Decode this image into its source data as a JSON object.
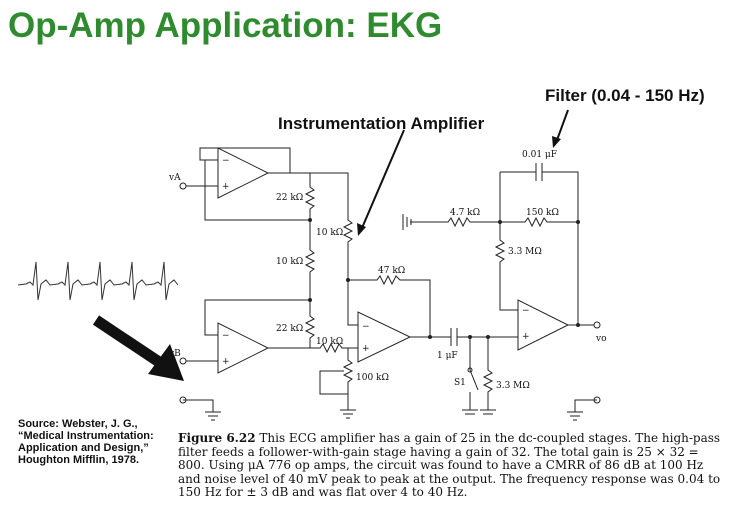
{
  "slide": {
    "title": "Op-Amp Application:  EKG"
  },
  "callouts": {
    "filter": "Filter (0.04 - 150 Hz)",
    "instrumentation_amplifier": "Instrumentation Amplifier"
  },
  "schematic": {
    "labels": {
      "va": "vA",
      "vb": "vB",
      "vo": "vo",
      "r22k_top": "22 kΩ",
      "r22k_bottom": "22 kΩ",
      "r10k_mid": "10 kΩ",
      "r10k_right": "10 kΩ",
      "r10k_bottom": "10 kΩ",
      "r47k": "47 kΩ",
      "r100k": "100 kΩ",
      "c1u": "1 μF",
      "s1": "S1",
      "r33m_bottom": "3.3 MΩ",
      "r47k_filter": "4.7 kΩ",
      "r150k": "150 kΩ",
      "r33m_top": "3.3 MΩ",
      "c001u": "0.01 μF"
    }
  },
  "source": {
    "text": "Source:  Webster, J. G., “Medical Instrumentation: Application and Design,” Houghton Mifflin, 1978."
  },
  "caption": {
    "figure_label": "Figure 6.22",
    "text": "This ECG amplifier has a gain of 25 in the dc-coupled stages. The high-pass filter feeds a follower-with-gain stage having a gain of 32. The total gain is 25 × 32 = 800. Using μA 776 op amps, the circuit was found to have a CMRR of 86 dB at 100 Hz and noise level of 40 mV peak to peak at the output. The frequency response was 0.04 to 150 Hz for ± 3 dB and was flat over 4 to 40 Hz."
  }
}
